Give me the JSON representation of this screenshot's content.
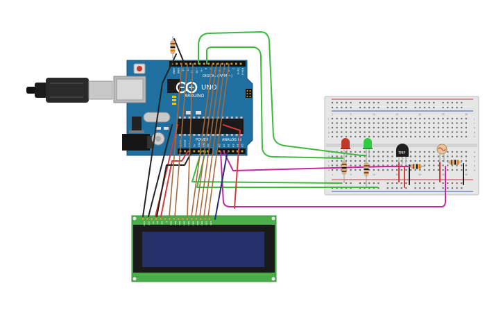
{
  "arduino": {
    "digital_label": "DIGITAL (PWM ~)",
    "uno_label": "UNO",
    "brand_label": "ARDUINO",
    "power_label": "POWER",
    "analog_label": "ANALOG IN",
    "digital_pins": [
      "AREF",
      "GND",
      "13",
      "12",
      "~11",
      "~10",
      "~9",
      "8",
      "7",
      "~6",
      "~5",
      "4",
      "~3",
      "2",
      "TX→1",
      "RX←0"
    ],
    "power_pins": [
      "IOREF",
      "RESET",
      "3.3V",
      "5V",
      "GND",
      "GND",
      "Vin"
    ],
    "analog_pins": [
      "A0",
      "A1",
      "A2",
      "A3",
      "A4",
      "A5"
    ]
  },
  "breadboard": {
    "column_numbers": [
      "1",
      "5",
      "10",
      "15",
      "20",
      "25",
      "30"
    ],
    "row_letters_top": [
      "j",
      "i",
      "h",
      "g",
      "f"
    ],
    "row_letters_bottom": [
      "e",
      "d",
      "c",
      "b",
      "a"
    ]
  },
  "components": {
    "sensor_label": "TMP"
  },
  "lcd": {
    "pin_labels": [
      "GND",
      "VCC",
      "V0",
      "RS",
      "RW",
      "E",
      "DB0",
      "DB1",
      "DB2",
      "DB3",
      "DB4",
      "DB5",
      "DB6",
      "DB7",
      "LED",
      "LED"
    ]
  },
  "colors": {
    "arduino_board": "#1f6fa1",
    "breadboard": "#e6e6e6",
    "lcd_pcb": "#4cae4a",
    "lcd_screen": "#27306b",
    "wire_green": "#3db83d",
    "wire_red": "#d43a3a",
    "wire_black": "#222222",
    "wire_brown": "#a86a3a",
    "wire_magenta": "#c4289a",
    "wire_navy": "#262a7a"
  }
}
